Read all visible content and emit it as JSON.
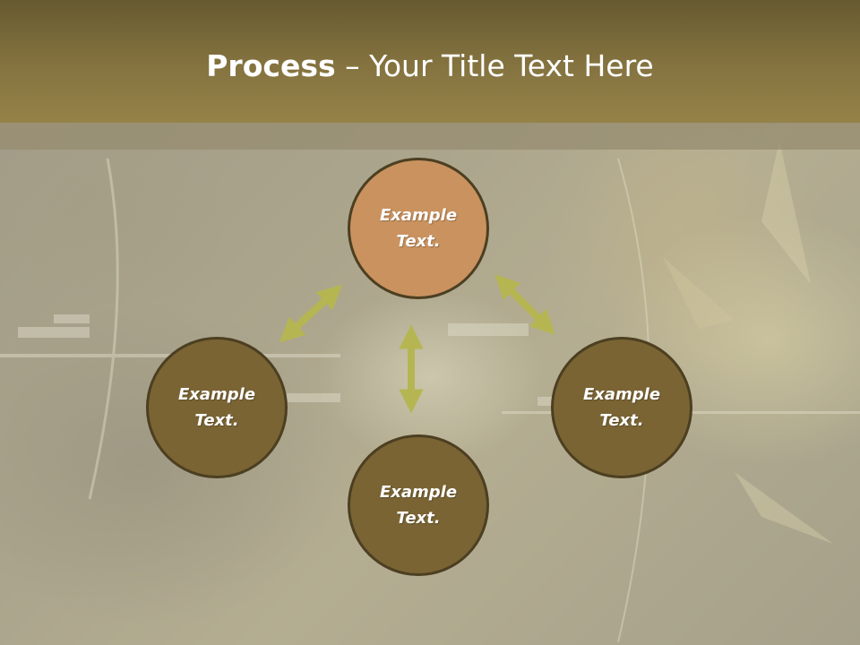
{
  "slide": {
    "title_bold": "Process",
    "title_rest": " – Your Title Text Here"
  },
  "diagram": {
    "nodes": {
      "top": "Example Text.",
      "left": "Example Text.",
      "right": "Example Text.",
      "bottom": "Example Text."
    },
    "colors": {
      "highlight_node": "#c9925f",
      "node": "#7a6434",
      "node_border": "#4c3f21",
      "arrow": "#b5b652",
      "header": "#857440"
    }
  }
}
